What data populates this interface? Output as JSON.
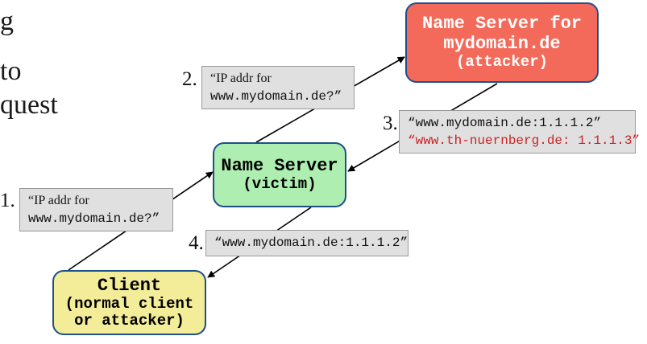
{
  "background_fragments": [
    "g",
    "to",
    "quest"
  ],
  "nodes": {
    "attacker_ns": {
      "title": "Name Server for",
      "domain": "mydomain.de",
      "role": "(attacker)",
      "color": "#f46a5a"
    },
    "victim_ns": {
      "title": "Name Server",
      "role": "(victim)",
      "color": "#aeeeb0"
    },
    "client": {
      "title": "Client",
      "role_line1": "(normal client",
      "role_line2": "or attacker)",
      "color": "#f3ec99"
    }
  },
  "messages": [
    {
      "step": "1.",
      "line1": "“IP addr for",
      "line2": "www.mydomain.de?”"
    },
    {
      "step": "2.",
      "line1": "“IP addr for",
      "line2": "www.mydomain.de?”"
    },
    {
      "step": "3.",
      "line1": "“www.mydomain.de:1.1.1.2”",
      "line2": "“www.th-nuernberg.de: 1.1.1.3”"
    },
    {
      "step": "4.",
      "line1": "“www.mydomain.de:1.1.1.2”"
    }
  ],
  "colors": {
    "border": "#1f4f8a",
    "message_bg": "#e0e0e0",
    "injected_text": "#cc2222"
  }
}
